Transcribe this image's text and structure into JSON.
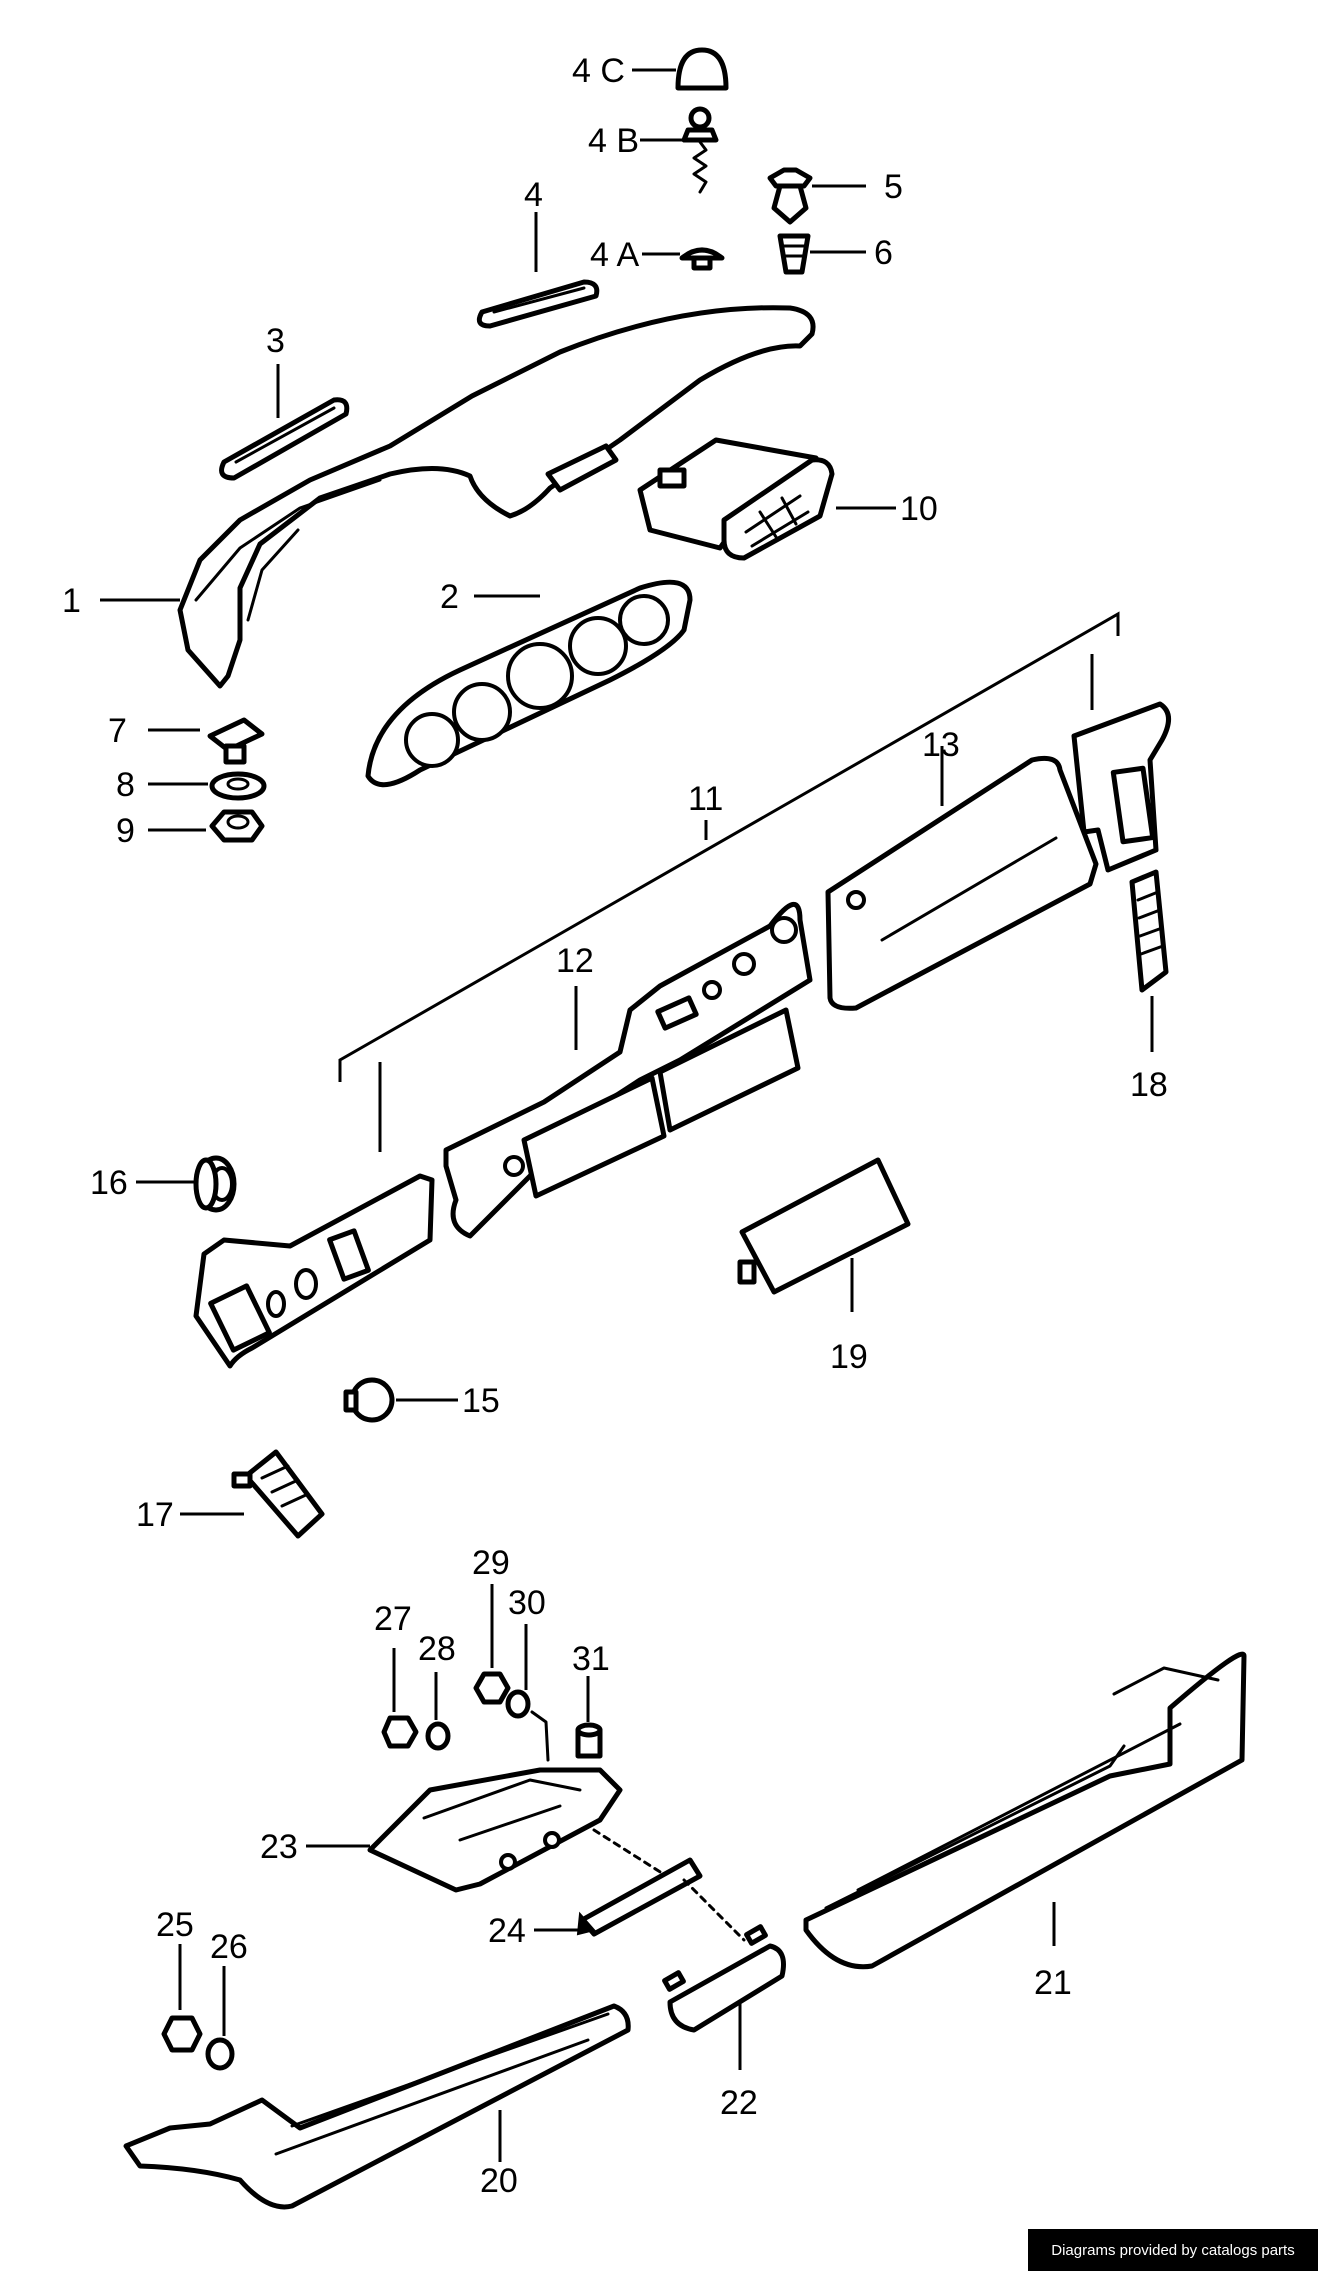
{
  "labels": {
    "p1": "1",
    "p2": "2",
    "p3": "3",
    "p4": "4",
    "p4a": "4 A",
    "p4b": "4 B",
    "p4c": "4 C",
    "p5": "5",
    "p6": "6",
    "p7": "7",
    "p8": "8",
    "p9": "9",
    "p10": "10",
    "p11": "11",
    "p12": "12",
    "p13": "13",
    "p15": "15",
    "p16": "16",
    "p17": "17",
    "p18": "18",
    "p19": "19",
    "p20": "20",
    "p21": "21",
    "p22": "22",
    "p23": "23",
    "p24": "24",
    "p25": "25",
    "p26": "26",
    "p27": "27",
    "p28": "28",
    "p29": "29",
    "p30": "30",
    "p31": "31"
  },
  "credit": "Diagrams provided by catalogs parts"
}
